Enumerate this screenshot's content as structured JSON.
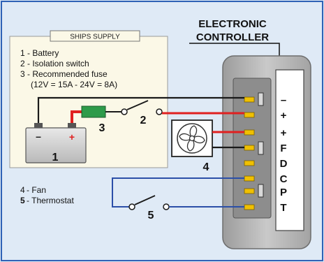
{
  "controller": {
    "title_line1": "ELECTRONIC",
    "title_line2": "CONTROLLER",
    "terminals": [
      "–",
      "+",
      "+",
      "F",
      "D",
      "C",
      "P",
      "T"
    ]
  },
  "supply": {
    "title": "SHIPS SUPPLY",
    "legend": [
      "1 - Battery",
      "2 - Isolation switch",
      "3 - Recommended fuse",
      "(12V = 15A - 24V = 8A)"
    ]
  },
  "legend2": {
    "fan_num": "4",
    "fan_text": "- Fan",
    "thermo_num": "5",
    "thermo_text": "- Thermostat"
  },
  "battery": {
    "minus": "–",
    "plus": "+"
  },
  "callouts": {
    "battery": "1",
    "switch": "2",
    "fuse": "3",
    "fan": "4",
    "thermostat": "5"
  },
  "colors": {
    "background": "#dfeaf6",
    "frame": "#2f62b6",
    "supply_panel": "#fbf8e7",
    "controller_body": "#b3b3b3",
    "wire_black": "#1a1a1a",
    "wire_red": "#e02020",
    "wire_blue": "#2b4fa8",
    "fuse_green": "#2e9b4a",
    "connector_gold": "#f0c000"
  }
}
